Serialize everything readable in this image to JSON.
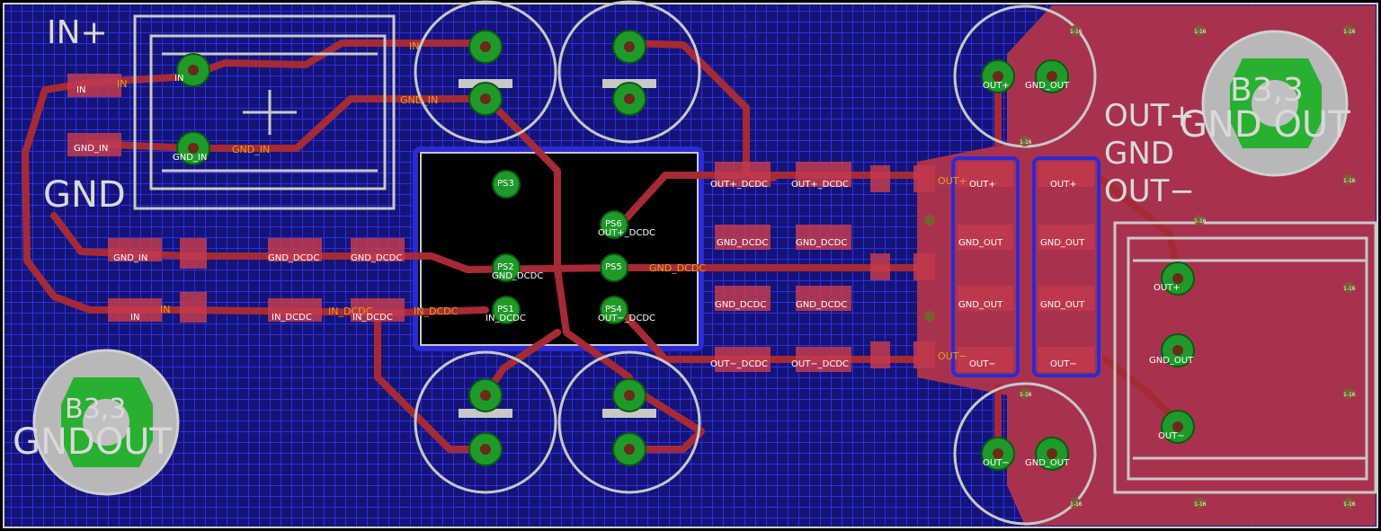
{
  "labels": {
    "in_plus": "IN+",
    "gnd": "GND",
    "out_plus": "OUT+",
    "out_gnd": "GND",
    "out_minus": "OUT−",
    "mh_left_top": "B3,3",
    "mh_left_bot": "GNDOUT",
    "mh_right_top": "B3,3",
    "mh_right_bot": "GND OUT"
  },
  "nets": {
    "in": "IN",
    "gnd_in": "GND_IN",
    "gnd_dcdc": "GND_DCDC",
    "in_dcdc": "IN_DCDC",
    "out_plus_dcdc": "OUT+_DCDC",
    "out_minus_dcdc": "OUT−_DCDC",
    "out_plus": "OUT+",
    "out_minus": "OUT−",
    "gnd_out": "GND_OUT"
  },
  "pins": {
    "ps1": "PS1",
    "ps2": "PS2",
    "ps3": "PS3",
    "ps4": "PS4",
    "ps5": "PS5",
    "ps6": "PS6"
  },
  "colors": {
    "board": "#1a1a8c",
    "mesh": "#2a2ad6",
    "copper_top": "#a52a35",
    "pour": "#a8324e",
    "via": "#1f9a2a",
    "silkscreen": "#c8c8c8",
    "net_label": "#e8a020"
  },
  "hole_label": "1-16"
}
